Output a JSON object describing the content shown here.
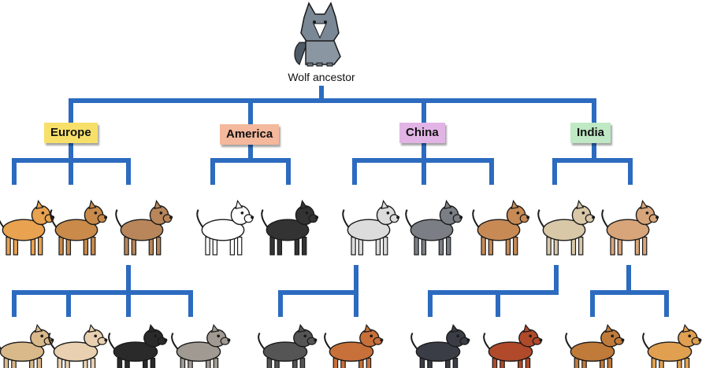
{
  "root": {
    "label": "Wolf ancestor",
    "icon": "wolf-icon"
  },
  "regions": [
    {
      "id": "europe",
      "label": "Europe",
      "color": "#f7e06a"
    },
    {
      "id": "america",
      "label": "America",
      "color": "#f4b89c"
    },
    {
      "id": "china",
      "label": "China",
      "color": "#e2b4e6"
    },
    {
      "id": "india",
      "label": "India",
      "color": "#bfe8c4"
    }
  ],
  "colors": {
    "branch": "#2c6bbf",
    "outline": "#1a1a1a"
  },
  "breeds_row1": [
    {
      "icon": "pomeranian-icon",
      "fur": "#e8a250"
    },
    {
      "icon": "airedale-icon",
      "fur": "#c98a4a"
    },
    {
      "icon": "mastiff-icon",
      "fur": "#b8865a"
    },
    {
      "icon": "samoyed-icon",
      "fur": "#ffffff"
    },
    {
      "icon": "border-collie-icon",
      "fur": "#333333"
    },
    {
      "icon": "pitbull-icon",
      "fur": "#dcdcdc"
    },
    {
      "icon": "neapolitan-mastiff-icon",
      "fur": "#7b7f85"
    },
    {
      "icon": "shar-pei-icon",
      "fur": "#c88a55"
    },
    {
      "icon": "greyhound-icon",
      "fur": "#d8c8a8"
    },
    {
      "icon": "boxer-icon",
      "fur": "#d8a57a"
    }
  ],
  "breeds_row2": [
    {
      "icon": "pug-icon",
      "fur": "#d9b98a"
    },
    {
      "icon": "bulldog-icon",
      "fur": "#e8d0b0"
    },
    {
      "icon": "bernese-icon",
      "fur": "#2a2a2a"
    },
    {
      "icon": "weimaraner-icon",
      "fur": "#a09a92"
    },
    {
      "icon": "husky-icon",
      "fur": "#555555"
    },
    {
      "icon": "dingo-icon",
      "fur": "#c8703a"
    },
    {
      "icon": "cocker-spaniel-icon",
      "fur": "#3a3d45"
    },
    {
      "icon": "setter-icon",
      "fur": "#b04a2a"
    },
    {
      "icon": "collie-icon",
      "fur": "#c07a3a"
    },
    {
      "icon": "golden-retriever-icon",
      "fur": "#e0a050"
    }
  ]
}
